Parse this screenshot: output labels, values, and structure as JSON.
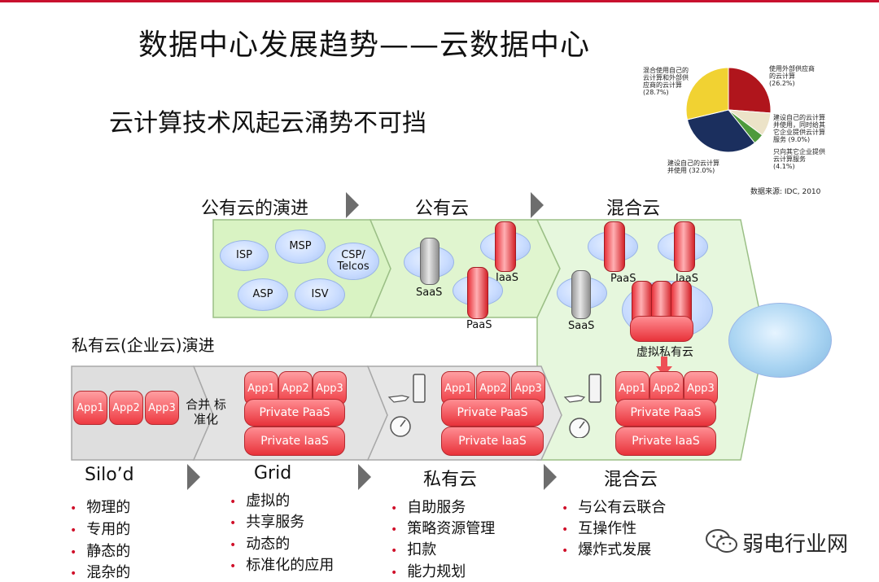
{
  "title": "数据中心发展趋势——云数据中心",
  "subtitle": "云计算技术风起云涌势不可挡",
  "pie": {
    "slices": [
      {
        "label": "使用外部供应商的云计算 (26.2%)",
        "value": 26.2,
        "color": "#b0151c"
      },
      {
        "label": "建设自己的云计算并使用，同时给其它企业提供云计算服务 (9.0%)",
        "value": 9.0,
        "color": "#ece3c8"
      },
      {
        "label": "只向其它企业提供云计算服务 (4.1%)",
        "value": 4.1,
        "color": "#4e9a3c"
      },
      {
        "label": "建设自己的云计算并使用 (32.0%)",
        "value": 32.0,
        "color": "#1b2f5e"
      },
      {
        "label": "混合使用自己的云计算和外部供应商的云计算 (28.7%)",
        "value": 28.7,
        "color": "#f1d232"
      }
    ],
    "source": "数据来源: IDC, 2010"
  },
  "public_row": {
    "head1": "公有云的演进",
    "head2": "公有云",
    "head3": "混合云",
    "clouds": [
      "ISP",
      "MSP",
      "CSP/ Telcos",
      "ASP",
      "ISV"
    ],
    "saas": "SaaS",
    "iaas": "IaaS",
    "paas": "PaaS",
    "hybrid_paas": "PaaS",
    "hybrid_iaas": "IaaS",
    "hybrid_saas": "SaaS",
    "virtual_private": "虚拟私有云"
  },
  "private_row": {
    "head": "私有云(企业云)演进",
    "apps": [
      "App1",
      "App2",
      "App3"
    ],
    "merge": "合并 标准化",
    "private_paas": "Private PaaS",
    "private_iaas": "Private IaaS"
  },
  "stages": [
    {
      "name": "Silo’d",
      "bullets": [
        "物理的",
        "专用的",
        "静态的",
        "混杂的"
      ]
    },
    {
      "name": "Grid",
      "bullets": [
        "虚拟的",
        "共享服务",
        "动态的",
        "标准化的应用"
      ]
    },
    {
      "name": "私有云",
      "bullets": [
        "自助服务",
        "策略资源管理",
        "扣款",
        "能力规划"
      ]
    },
    {
      "name": "混合云",
      "bullets": [
        "与公有云联合",
        "互操作性",
        "爆炸式发展"
      ]
    }
  ],
  "watermark": "弱电行业网",
  "colors": {
    "accent_red": "#e8323a",
    "green": "#d9f3c3",
    "gray": "#d9d9d9"
  }
}
